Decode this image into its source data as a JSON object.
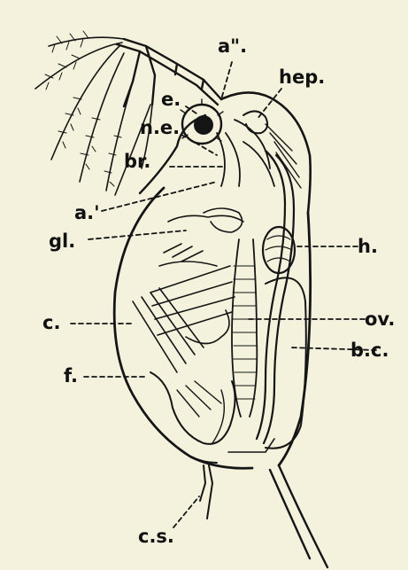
{
  "labels": {
    "a2": "a\".",
    "hep": "hep.",
    "e": "e.",
    "ne": "n.e.",
    "br": "br.",
    "a1": "a.'",
    "gl": "gl.",
    "h": "h.",
    "c": "c.",
    "ov": "ov.",
    "bc": "b.c.",
    "f": "f.",
    "cs": "c.s."
  },
  "colors": {
    "paper": "#f4f1dc",
    "ink": "#151515"
  }
}
